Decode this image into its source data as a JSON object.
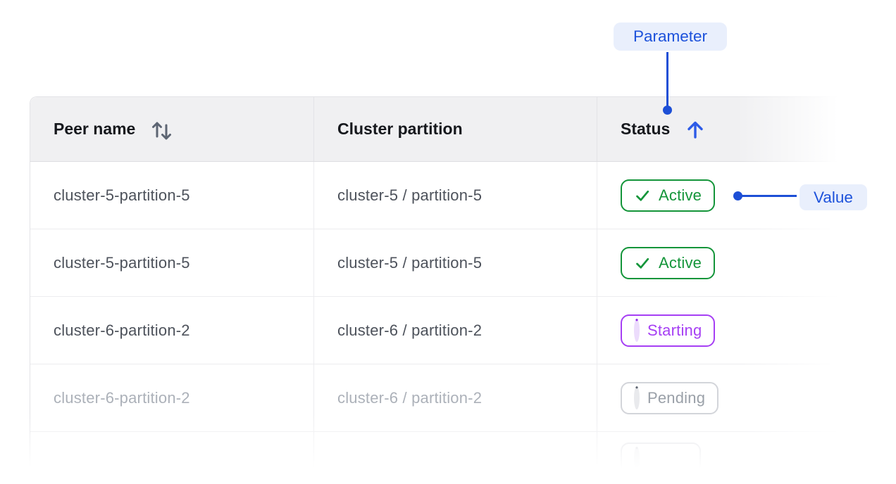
{
  "annotations": {
    "parameter_label": "Parameter",
    "value_label": "Value"
  },
  "table": {
    "columns": [
      {
        "label": "Peer name",
        "sort_icon": "sort-both-icon",
        "sort_state": "sortable"
      },
      {
        "label": "Cluster partition",
        "sort_icon": null,
        "sort_state": "none"
      },
      {
        "label": "Status",
        "sort_icon": "sort-ascending-icon",
        "sort_state": "ascending"
      }
    ],
    "rows": [
      {
        "peer_name": "cluster-5-partition-5",
        "cluster_partition": "cluster-5 / partition-5",
        "status": "Active",
        "variant": "active",
        "faded": false,
        "partial": false
      },
      {
        "peer_name": "cluster-5-partition-5",
        "cluster_partition": "cluster-5 / partition-5",
        "status": "Active",
        "variant": "active",
        "faded": false,
        "partial": false
      },
      {
        "peer_name": "cluster-6-partition-2",
        "cluster_partition": "cluster-6 / partition-2",
        "status": "Starting",
        "variant": "starting",
        "faded": false,
        "partial": false
      },
      {
        "peer_name": "cluster-6-partition-2",
        "cluster_partition": "cluster-6 / partition-2",
        "status": "Pending",
        "variant": "pending",
        "faded": true,
        "partial": false
      },
      {
        "peer_name": "",
        "cluster_partition": "",
        "status": "",
        "variant": "unknown",
        "faded": true,
        "partial": true
      }
    ]
  },
  "status_icons": {
    "active": "check-icon",
    "starting": "spinner-icon",
    "pending": "spinner-icon",
    "unknown": "spinner-icon"
  },
  "colors": {
    "annotation_blue": "#1d52db",
    "annotation_chip_bg": "#e9effc",
    "active_green": "#14953a",
    "starting_purple": "#a63ff4",
    "pending_gray": "#9aa0a8",
    "header_bg": "#f0f0f2"
  }
}
